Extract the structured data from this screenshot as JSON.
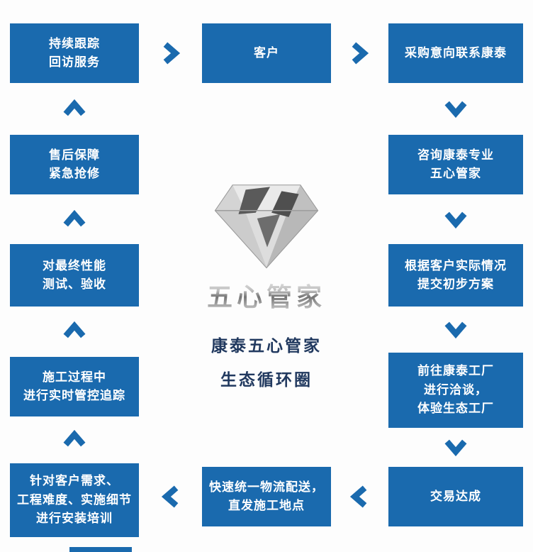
{
  "theme": {
    "primary": "#1a6aae",
    "text_on_primary": "#ffffff",
    "caption_color": "#21395f",
    "page_bg": "#fdfdfd"
  },
  "center": {
    "logo_icon": "diamond-logo",
    "wordmark": "五心管家",
    "caption_line1": "康泰五心管家",
    "caption_line2": "生态循环圈"
  },
  "boxes": {
    "top_left": {
      "label": "持续跟踪\n回访服务"
    },
    "top_center": {
      "label": "客户"
    },
    "top_right": {
      "label": "采购意向联系康泰"
    },
    "right_2": {
      "label": "咨询康泰专业\n五心管家"
    },
    "right_3": {
      "label": "根据客户实际情况\n提交初步方案"
    },
    "right_4": {
      "label": "前往康泰工厂\n进行洽谈，\n体验生态工厂"
    },
    "bottom_right": {
      "label": "交易达成"
    },
    "bottom_center": {
      "label": "快速统一物流配送，\n直发施工地点"
    },
    "bottom_left": {
      "label": "针对客户需求、\n工程难度、实施细节\n进行安装培训"
    },
    "left_4": {
      "label": "施工过程中\n进行实时管控追踪"
    },
    "left_3": {
      "label": "对最终性能\n测试、验收"
    },
    "left_2": {
      "label": "售后保障\n紧急抢修"
    }
  },
  "icons": {
    "chevron": "❯"
  }
}
